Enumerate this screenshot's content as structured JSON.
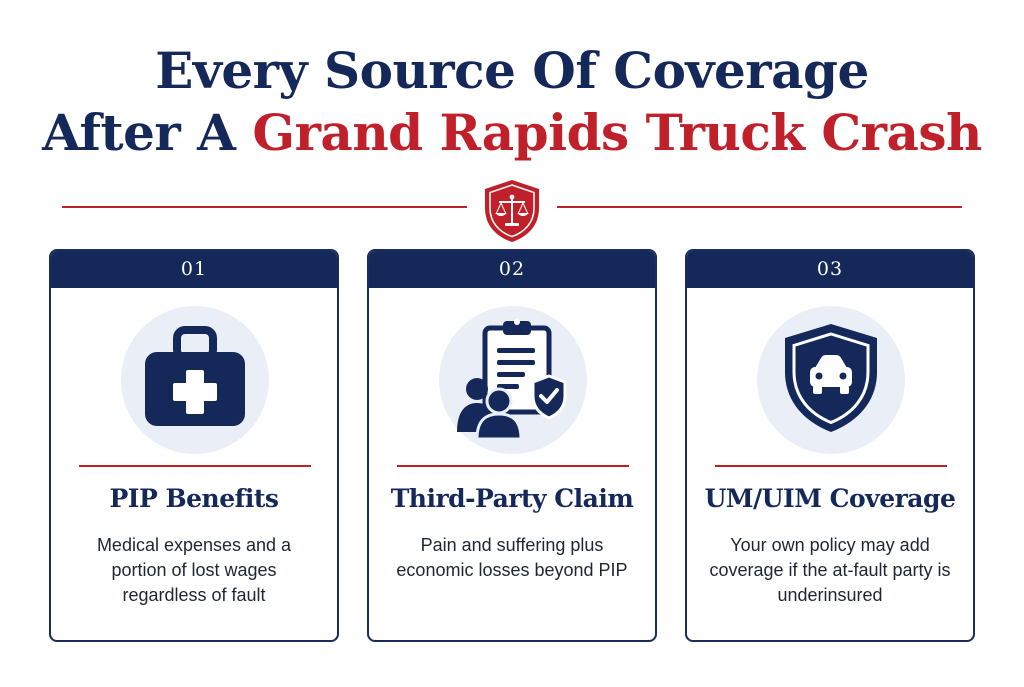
{
  "header": {
    "line1": "Every Source Of Coverage",
    "line2_prefix": "After A ",
    "line2_accent": "Grand Rapids Truck Crash"
  },
  "colors": {
    "navy": "#14285a",
    "red": "#c0202a",
    "icon_bg": "#eaeef6"
  },
  "cards": [
    {
      "number": "01",
      "icon": "first-aid-kit-icon",
      "title": "PIP Benefits",
      "description": "Medical expenses and a portion of lost wages regardless of fault"
    },
    {
      "number": "02",
      "icon": "clipboard-people-shield-icon",
      "title": "Third-Party Claim",
      "description": "Pain and suffering plus economic losses beyond PIP"
    },
    {
      "number": "03",
      "icon": "shield-car-icon",
      "title": "UM/UIM Coverage",
      "description": "Your own policy may add coverage if the at-fault party is underinsured"
    }
  ]
}
